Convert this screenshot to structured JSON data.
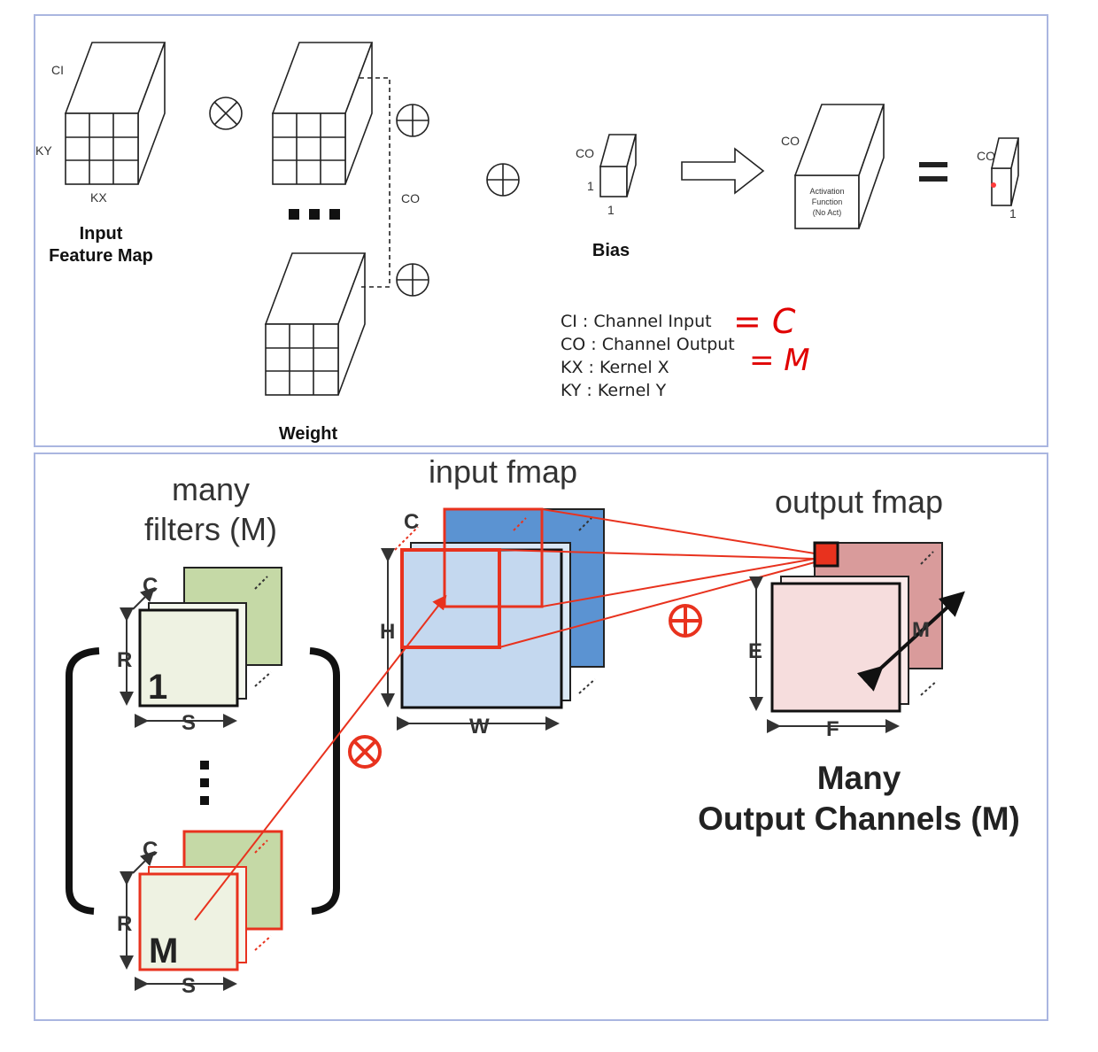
{
  "top_panel": {
    "input_cube": {
      "ci": "CI",
      "ky": "KY",
      "kx": "KX",
      "title_line1": "Input",
      "title_line2": "Feature Map"
    },
    "weight_label": "Weight",
    "co_label": "CO",
    "bias": {
      "co": "CO",
      "one_side": "1",
      "one_bottom": "1",
      "label": "Bias"
    },
    "activation": {
      "co": "CO",
      "line1": "Activation",
      "line2": "Function",
      "line3": "(No Act)"
    },
    "output": {
      "co": "CO",
      "one": "1"
    },
    "legend": [
      "CI : Channel Input",
      "CO : Channel Output",
      "KX : Kernel X",
      "KY : Kernel Y"
    ],
    "annotations": {
      "ci": "= C",
      "co": "= M"
    }
  },
  "bottom_panel": {
    "filters_title_line1": "many",
    "filters_title_line2": "filters (M)",
    "filter_first": {
      "c": "C",
      "r": "R",
      "s": "S",
      "num": "1"
    },
    "filter_last": {
      "c": "C",
      "r": "R",
      "s": "S",
      "num": "M"
    },
    "ellipsis": "⋮",
    "input_title": "input fmap",
    "input_dims": {
      "c": "C",
      "h": "H",
      "w": "W"
    },
    "output_title": "output fmap",
    "output_dims": {
      "e": "E",
      "f": "F",
      "m": "M"
    },
    "conclusion_line1": "Many",
    "conclusion_line2": "Output Channels (M)",
    "colors": {
      "red": "#e8321e",
      "filter_green": "#c5d9a6",
      "filter_front": "#eef2e2",
      "fmap_blue": "#5b93d2",
      "fmap_light": "#c4d8ef",
      "out_dark": "#d99b9b",
      "out_light": "#f6dddd"
    }
  }
}
